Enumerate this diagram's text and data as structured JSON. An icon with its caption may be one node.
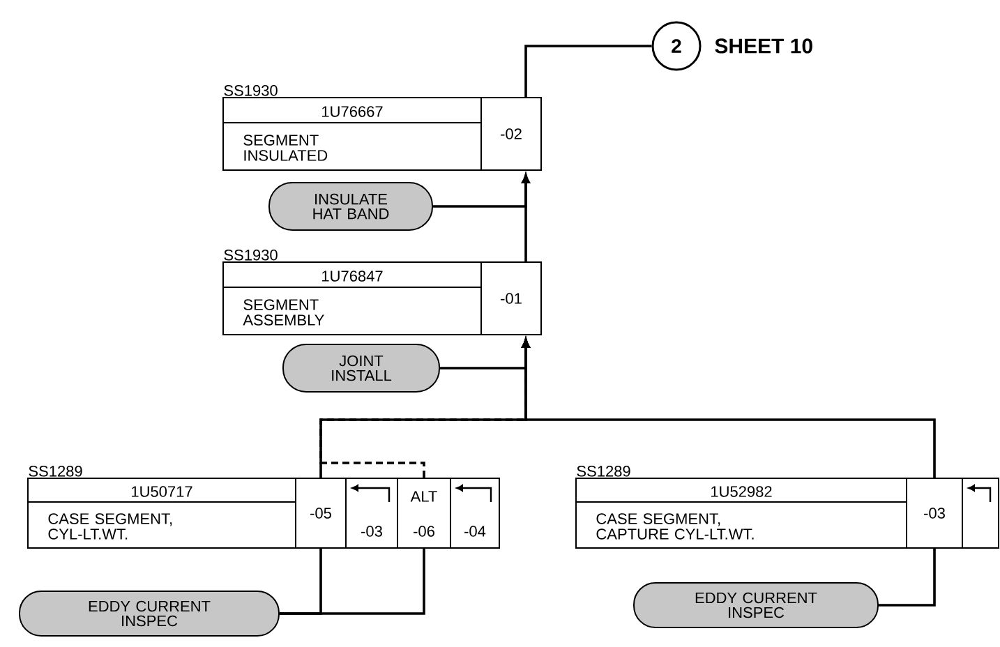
{
  "diagram": {
    "nodes": [
      {
        "text": [
          "2"
        ],
        "beside": [
          "SHEET 10"
        ]
      },
      {
        "text": [
          "SS1930",
          "1U76667",
          "SEGMENT INSULATED",
          "-02"
        ]
      },
      {
        "text": [
          "INSULATE HAT BAND"
        ]
      },
      {
        "text": [
          "SS1930",
          "1U76847",
          "SEGMENT ASSEMBLY",
          "-01"
        ]
      },
      {
        "text": [
          "JOINT INSTALL"
        ]
      },
      {
        "text": [
          "SS1289",
          "1U50717",
          "CASE SEGMENT, CYL-LT.WT.",
          "-05"
        ]
      },
      {
        "text": [
          "-03"
        ]
      },
      {
        "text": [
          "ALT",
          "-06"
        ]
      },
      {
        "text": [
          "-04"
        ]
      },
      {
        "text": [
          "EDDY CURRENT INSPEC"
        ]
      },
      {
        "text": [
          "SS1289",
          "1U52982",
          "CASE SEGMENT, CAPTURE CYL-LT.WT.",
          "-03"
        ]
      },
      {
        "text": [],
        "shape": "box"
      },
      {
        "text": [
          "EDDY CURRENT INSPEC"
        ]
      }
    ],
    "edges": [
      {
        "from": 1,
        "to": 0,
        "arrow": "none"
      },
      {
        "from": 3,
        "to": 1,
        "arrow": "to"
      },
      {
        "from": 2,
        "to": 1,
        "arrow": "to"
      },
      {
        "from": 5,
        "to": 3,
        "arrow": "to"
      },
      {
        "from": 10,
        "to": 3,
        "arrow": "to"
      },
      {
        "from": 4,
        "to": 3,
        "arrow": "to"
      },
      {
        "from": 7,
        "to": 3,
        "arrow": "to",
        "style": "dashed"
      },
      {
        "from": 9,
        "to": 5,
        "arrow": "none"
      },
      {
        "from": 9,
        "to": 7,
        "arrow": "none"
      },
      {
        "from": 12,
        "to": 10,
        "arrow": "none"
      }
    ]
  }
}
